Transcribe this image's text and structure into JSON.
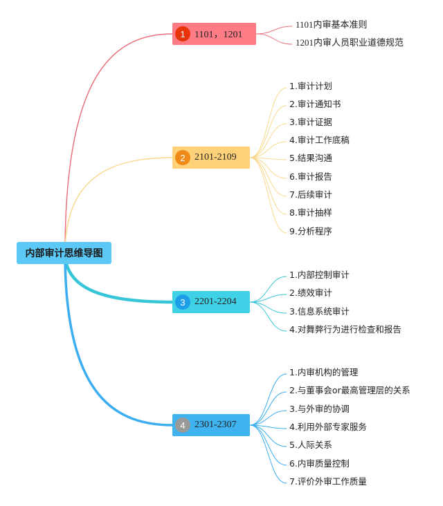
{
  "root": {
    "label": "内部审计思维导图"
  },
  "branches": [
    {
      "number": "1",
      "label": "1101，1201",
      "color": "#ff7b85",
      "badge": "#e8340b",
      "line": "#e8727e",
      "leaves": [
        "1101内审基本准则",
        "1201内审人员职业道德规范"
      ]
    },
    {
      "number": "2",
      "label": "2101-2109",
      "color": "#ffd27a",
      "badge": "#ef8a18",
      "line": "#f9d98e",
      "leaves": [
        "1.审计计划",
        "2.审计通知书",
        "3.审计证据",
        "4.审计工作底稿",
        "5.结果沟通",
        "6.审计报告",
        "7.后续审计",
        "8.审计抽样",
        "9.分析程序"
      ]
    },
    {
      "number": "3",
      "label": "2201-2204",
      "color": "#3fd1e6",
      "badge": "#1e9de8",
      "line": "#37c6d8",
      "leaves": [
        "1.内部控制审计",
        "2.绩效审计",
        "3.信息系统审计",
        "4.对舞弊行为进行检查和报告"
      ]
    },
    {
      "number": "4",
      "label": "2301-2307",
      "color": "#3fb3f0",
      "badge": "#9a9a9a",
      "line": "#3aaef0",
      "leaves": [
        "1.内审机构的管理",
        "2.与董事会or最高管理层的关系",
        "3.与外审的协调",
        "4.利用外部专家服务",
        "5.人际关系",
        "6.内审质量控制",
        "7.评价外审工作质量"
      ]
    }
  ]
}
